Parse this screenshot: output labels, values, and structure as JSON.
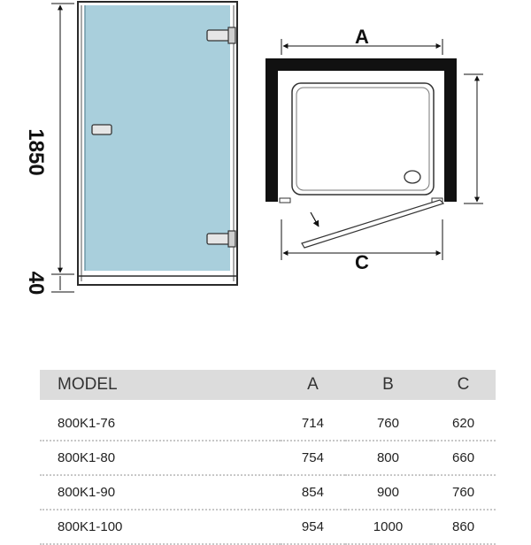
{
  "diagram": {
    "height_label": "1850",
    "base_label": "40",
    "width_label_a": "A",
    "width_label_c": "C"
  },
  "table": {
    "headers": [
      "MODEL",
      "A",
      "B",
      "C"
    ],
    "rows": [
      [
        "800K1-76",
        "714",
        "760",
        "620"
      ],
      [
        "800K1-80",
        "754",
        "800",
        "660"
      ],
      [
        "800K1-90",
        "854",
        "900",
        "760"
      ],
      [
        "800K1-100",
        "954",
        "1000",
        "860"
      ]
    ]
  },
  "colors": {
    "glass": "#a9cfdc",
    "frame": "#2a2a2a",
    "tray_wall": "#111111",
    "table_header_bg": "#dcdcdc"
  }
}
